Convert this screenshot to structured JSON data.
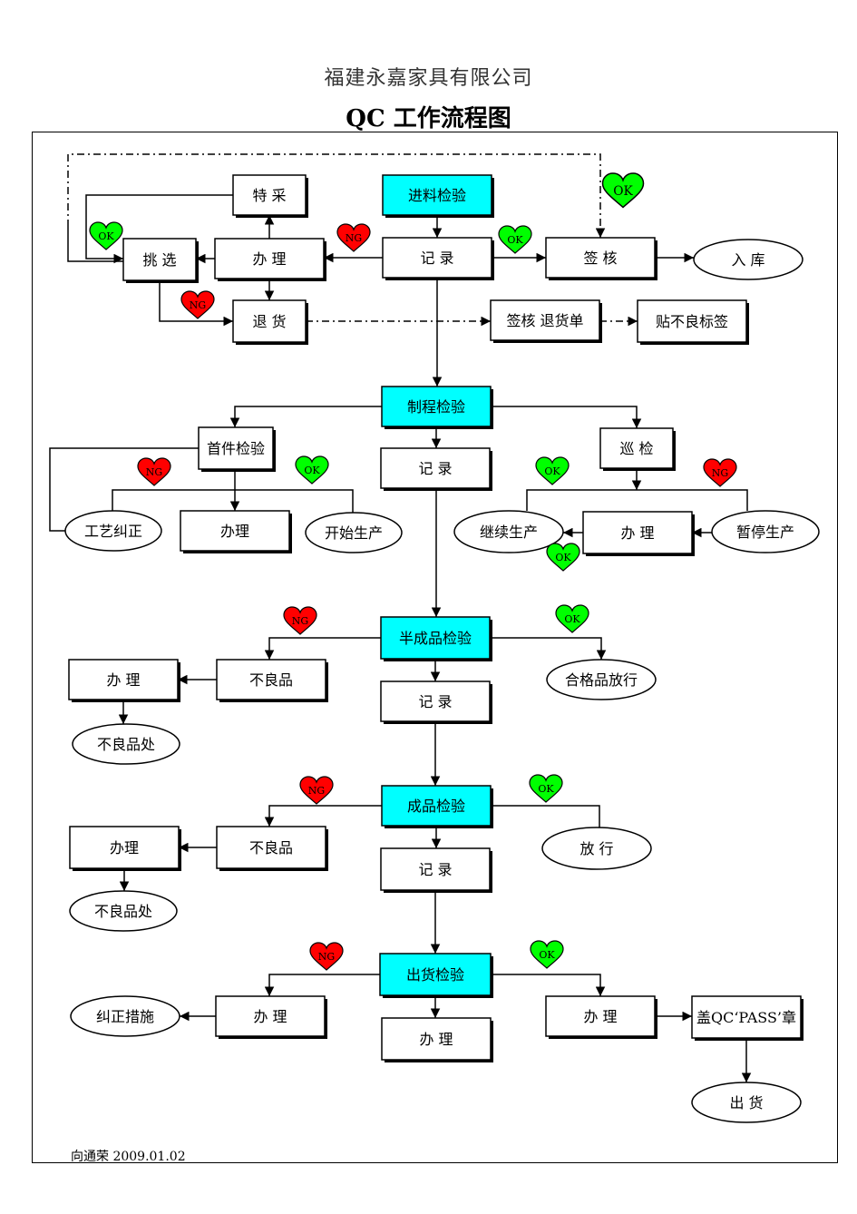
{
  "header": {
    "company": "福建永嘉家具有限公司",
    "title": "QC 工作流程图"
  },
  "footer": {
    "author_date": "向通荣 2009.01.02"
  },
  "badges": {
    "ok": "OK",
    "ng": "NG"
  },
  "colors": {
    "process_fill": "#00ffff",
    "ok_heart": "#00ff00",
    "ng_heart": "#ff0000"
  },
  "nodes": {
    "incoming_inspection": "进料检验",
    "special_purchase": "特 采",
    "select": "挑 选",
    "handle_incoming": "办 理",
    "record_incoming": "记 录",
    "sign_check": "签 核",
    "warehousing": "入  库",
    "return_goods": "退 货",
    "sign_return_note": "签核 退货单",
    "attach_defect_label": "贴不良标签",
    "process_inspection": "制程检验",
    "first_article_inspection": "首件检验",
    "record_process": "记 录",
    "patrol_inspection": "巡 检",
    "process_correction": "工艺纠正",
    "handle_first_article": "办理",
    "start_production": "开始生产",
    "continue_production": "继续生产",
    "handle_patrol": "办  理",
    "pause_production": "暂停生产",
    "semi_finished_inspection": "半成品检验",
    "defect_semi": "不良品",
    "handle_semi": "办 理",
    "defect_disposal_semi": "不良品处",
    "record_semi": "记 录",
    "qualified_release": "合格品放行",
    "finished_inspection": "成品检验",
    "defect_finished": "不良品",
    "handle_finished": "办理",
    "defect_disposal_finished": "不良品处",
    "record_finished": "记 录",
    "release": "放  行",
    "shipping_inspection": "出货检验",
    "handle_ship_ng": "办 理",
    "corrective_action": "纠正措施",
    "handle_ship_center": "办 理",
    "handle_ship_ok": "办 理",
    "stamp_pass": "盖QC‘PASS’章",
    "ship_out": "出  货"
  }
}
